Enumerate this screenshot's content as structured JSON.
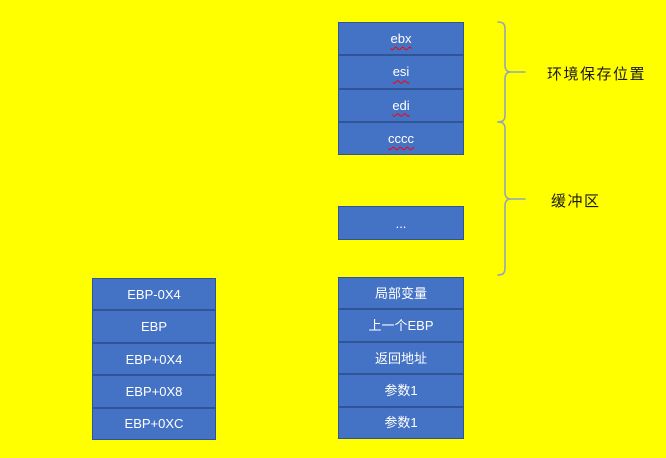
{
  "diagram": {
    "background_color": "#ffff00",
    "colors": {
      "box_fill": "#4472c4",
      "box_border": "#2f5597",
      "box_text": "#ffffff",
      "brace": "#94a5b5",
      "label_text": "#1a1a1a",
      "spellcheck_underline": "#ff0000"
    },
    "register_stack": {
      "cells": [
        {
          "label": "ebx"
        },
        {
          "label": "esi"
        },
        {
          "label": "edi"
        },
        {
          "label": "cccc"
        }
      ]
    },
    "ellipsis_box": {
      "label": "..."
    },
    "offset_stack": {
      "cells": [
        {
          "label": "EBP-0X4"
        },
        {
          "label": "EBP"
        },
        {
          "label": "EBP+0X4"
        },
        {
          "label": "EBP+0X8"
        },
        {
          "label": "EBP+0XC"
        }
      ]
    },
    "frame_stack": {
      "cells": [
        {
          "label": "局部变量"
        },
        {
          "label": "上一个EBP"
        },
        {
          "label": "返回地址"
        },
        {
          "label": "参数1"
        },
        {
          "label": "参数1"
        }
      ]
    },
    "annotations": {
      "env_label": "环境保存位置",
      "buffer_label": "缓冲区"
    }
  }
}
